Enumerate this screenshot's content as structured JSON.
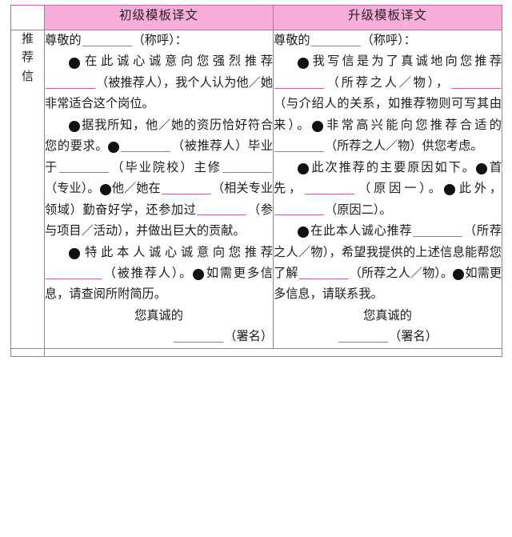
{
  "table": {
    "row_label": "推荐信",
    "row_label_chars": [
      "推",
      "荐",
      "信"
    ],
    "headers": {
      "blank": "",
      "col1": "初级模板译文",
      "col2": "升级模板译文"
    },
    "colors": {
      "border": "#d060a8",
      "header_bg": "#f7aed8",
      "blank_underline": "#c061a4",
      "text": "#1b1b1b",
      "marker_bg": "#111111"
    }
  },
  "col1": {
    "salutation_pre": "尊敬的",
    "salutation_post": "（称呼）：",
    "p1": {
      "marker": "1",
      "t1": "在此诚心诚意向您强烈推荐",
      "t2": "（被推荐人），我个人认为他／她非常适合这个岗位。"
    },
    "p2": {
      "marker_a": "1",
      "a1": "据我所知，他／她的资历恰好符合您的要求。",
      "marker_b": "2",
      "b1": "",
      "b2": "（被推荐人）毕业于",
      "b3": "（毕业院校）主修",
      "b4": "（专业）。",
      "marker_c": "3",
      "c1": "他／她在",
      "c2": "（相关专业领域）勤奋好学，还参加过",
      "c3": "（参与项目／活动），并做出巨大的贡献。"
    },
    "p3": {
      "marker_a": "1",
      "a1": "特此本人诚心诚意向您推荐",
      "a2": "（被推荐人）。",
      "marker_b": "2",
      "b1": "如需更多信息，请查阅所附简历。"
    },
    "closing": "您真诚的",
    "signature_post": "（署名）"
  },
  "col2": {
    "salutation_pre": "尊敬的",
    "salutation_post": "（称呼）：",
    "p1": {
      "marker_a": "1",
      "a1": "我写信是为了真诚地向您推荐",
      "a2": "（所荐之人／物），",
      "a3": "（与介绍人的关系，如推荐物则可写其由来）。",
      "marker_b": "2",
      "b1": "非常高兴能向您推荐合适的",
      "b2": "（所荐之人／物）供您考虑。"
    },
    "p2": {
      "marker_a": "1",
      "a1": "此次推荐的主要原因如下。",
      "marker_b": "2",
      "b1": "首先，",
      "b2": "（原因一）。",
      "marker_c": "3",
      "c1": "此外，",
      "c2": "（原因二）。"
    },
    "p3": {
      "marker_a": "1",
      "a1": "在此本人诚心推荐",
      "a2": "（所荐之人／物），希望我提供的上述信息能帮您了解",
      "a3": "（所荐之人／物）。",
      "marker_b": "2",
      "b1": "如需更多信息，请联系我。"
    },
    "closing": "您真诚的",
    "signature_post": "（署名）"
  }
}
